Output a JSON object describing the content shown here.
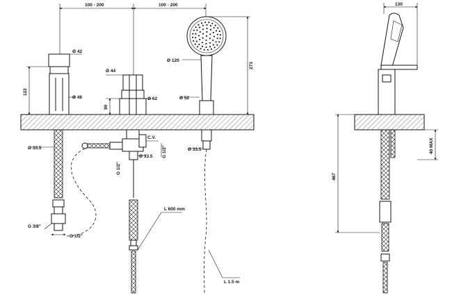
{
  "dimensions": {
    "spacing_left": "100 - 200",
    "spacing_right": "100 - 200",
    "shower_head_width": "130",
    "dia_42": "Ø 42",
    "dia_44": "Ø 44",
    "dia_120": "Ø 120",
    "dia_46": "Ø 46",
    "dia_62": "Ø 62",
    "dia_52": "Ø 52",
    "height_122": "122",
    "height_90": "90",
    "height_273": "273",
    "dia_33_left": "Ø 33.5",
    "dia_33_mid": "Ø 33.5",
    "dia_33_right": "Ø 33.5",
    "cv_label": "C.V.",
    "g_half_vertical": "G 1/2\"",
    "g_half_right": "G 1/2\"",
    "g_3_8": "G 3/8\"",
    "g_half_bottom": "G 1/2\"",
    "length_600": "L 600 mm",
    "length_1_5": "L 1.5 m",
    "depth_467": "467",
    "max_40": "40 MAX"
  }
}
